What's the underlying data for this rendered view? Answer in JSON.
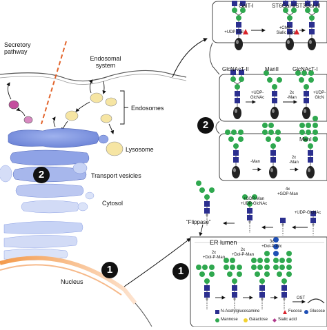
{
  "left": {
    "secretory_pathway": "Secretory\npathway",
    "endosomal_system": "Endosomal\nsystem",
    "endosomes": "Endosomes",
    "lysosome": "Lysosome",
    "transport_vesicles": "Transport vesicles",
    "cytosol": "Cytosol",
    "nucleus": "Nucleus",
    "badge_golgi": "2",
    "badge_er": "1"
  },
  "golgi": {
    "badge": "2",
    "row1": {
      "enzyme_a": "GalT-I",
      "enzyme_b": "ST6Gal-I/ST3Gal-III",
      "step_a": "+UDP-Gal",
      "step_b": "+CMP-\nSialic acid"
    },
    "row2": {
      "enzyme_a": "GlcNAcT-II",
      "enzyme_b": "ManII",
      "enzyme_c": "GlcNAcT-I",
      "step_a": "+UDP-\nGlcNAc",
      "step_b": "2x\n-Man",
      "step_c": "+UDP-\nGlcN"
    },
    "row3": {
      "enzyme": "ManI",
      "step_a": "-Man",
      "step_b": "2x\n-Man"
    }
  },
  "er": {
    "badge": "1",
    "flippase": "“Flippase”",
    "lumen": "ER lumen",
    "cyto_step_a": "4x\n+GDP-Man",
    "cyto_step_b": "+GDP-Man\n+UDP-GlcNAc",
    "cyto_step_c": "+UDP-GlcNAc",
    "lumen_step_a": "2x\n+Dol-P-Man",
    "lumen_step_b": "2x\n+Dol-P-Man",
    "lumen_step_c": "3x\n+Dol-P-Glc",
    "ost": "OST"
  },
  "legend": {
    "glcnac": "N-Acetylglucosamine",
    "fucose": "Fucose",
    "glucose": "Glucose",
    "mannose": "Mannose",
    "galactose": "Galactose",
    "sialic_acid": "Sialic acid"
  },
  "colors": {
    "glcnac": "#2b2f8f",
    "mannose": "#2fa84f",
    "glucose": "#1e4fb5",
    "galactose": "#f2d230",
    "fucose": "#d8232a",
    "sialic_acid": "#b03a8c",
    "golgi": "#8fa3e6",
    "golgi_light": "#c7d3f5",
    "vesicle_pink": "#c44f9e",
    "vesicle_yellow": "#f6e5a3",
    "dashed_line": "#e2632a",
    "nucleus_edge": "#e9772f"
  }
}
